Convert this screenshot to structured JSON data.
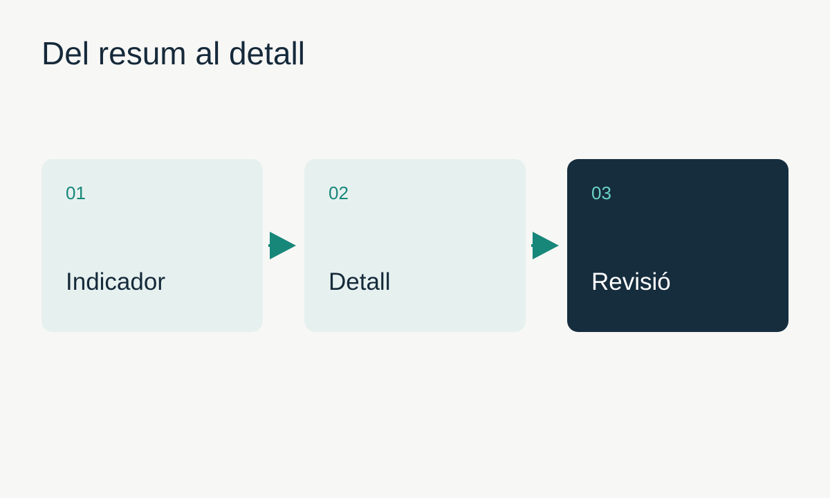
{
  "title": "Del resum al detall",
  "steps": [
    {
      "number": "01",
      "label": "Indicador"
    },
    {
      "number": "02",
      "label": "Detall"
    },
    {
      "number": "03",
      "label": "Revisió"
    }
  ],
  "colors": {
    "background": "#f7f7f5",
    "card_light": "#e6f1ef",
    "card_dark": "#162d3e",
    "accent": "#17877a",
    "accent_light": "#6bd3c4",
    "text_dark": "#15293a"
  }
}
